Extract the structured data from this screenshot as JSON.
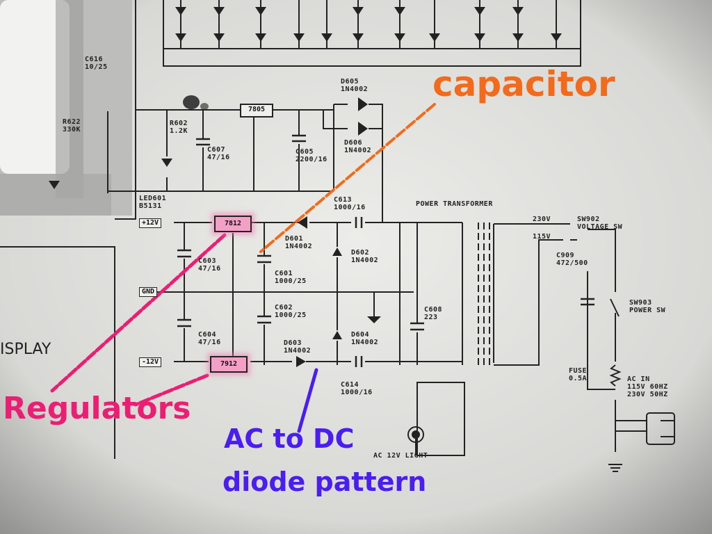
{
  "regulators": {
    "positive": {
      "label": "7812"
    },
    "negative": {
      "label": "7912"
    },
    "five_volt": {
      "label": "7805"
    }
  },
  "rails": {
    "plus12": "+12V",
    "gnd": "GND",
    "minus12": "-12V"
  },
  "components": {
    "c616": "C616\n10/25",
    "r622": "R622\n330K",
    "r602": "R602\n1.2K",
    "c607": "C607\n47/16",
    "c605": "C605\n2200/16",
    "d605": "D605\n1N4002",
    "d606": "D606\n1N4002",
    "led601": "LED601\nB5131",
    "c613": "C613\n1000/16",
    "d601": "D601\n1N4002",
    "d602": "D602\n1N4002",
    "c603": "C603\n47/16",
    "c601": "C601\n1000/25",
    "c602": "C602\n1000/25",
    "c604": "C604\n47/16",
    "d603": "D603\n1N4002",
    "d604": "D604\n1N4002",
    "c614": "C614\n1000/16",
    "c608": "C608\n223",
    "c909": "C909\n472/500",
    "sw902": "SW902\nVOLTAGE SW",
    "sw903": "SW903\nPOWER SW",
    "fuse": "FUSE\n0.5A",
    "ac_in": "AC IN\n115V 60HZ\n230V 50HZ"
  },
  "labels": {
    "power_transformer": "POWER TRANSFORMER",
    "v230": "230V",
    "v115": "115V",
    "ac_light": "AC 12V LIGHT",
    "display": "ISPLAY"
  },
  "annotations": {
    "capacitor": {
      "text": "capacitor",
      "color": "#f26a1b"
    },
    "regulators": {
      "text": "Regulators",
      "color": "#ea1f73"
    },
    "ac_dc_line1": {
      "text": "AC to DC",
      "color": "#4a1df0"
    },
    "ac_dc_line2": {
      "text": "diode pattern",
      "color": "#4a1df0"
    }
  }
}
